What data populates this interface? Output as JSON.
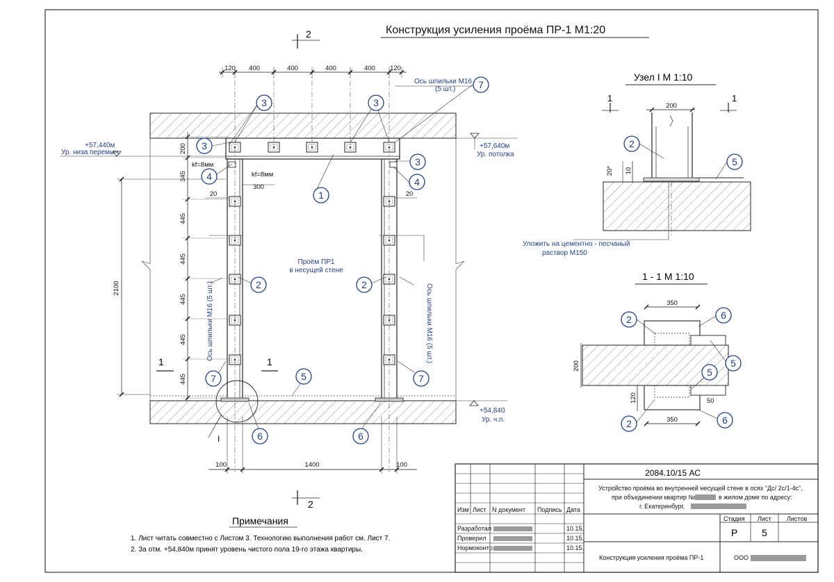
{
  "title": "Конструкция усиления проёма ПР-1  М1:20",
  "section_markers": {
    "top": "2",
    "bottom": "2",
    "left": "1",
    "right": "1"
  },
  "top_dims": [
    "120",
    "400",
    "400",
    "400",
    "400",
    "120"
  ],
  "bottom_dims": [
    "100",
    "1400",
    "100"
  ],
  "left_dims": [
    "200",
    "345",
    "445",
    "445",
    "445",
    "445",
    "445"
  ],
  "overall_height": "2100",
  "small_dims": {
    "kf_left": "kf=8мм",
    "kf_right": "kf=8мм",
    "d20_left": "20",
    "d300": "300",
    "d20_right": "20"
  },
  "levels": {
    "lintel_bottom_value": "+57,440м",
    "lintel_bottom_label": "Ур. низа перемыч.",
    "ceiling_value": "+57,640м",
    "ceiling_label": "Ур. потолка",
    "floor_value": "+54,840",
    "floor_label": "Ур. ч.п."
  },
  "stud_axis_top": "Ось шпильки М16",
  "stud_axis_top_count": "(5 шт.)",
  "stud_axis_vertical": "Ось шпильки М16 (5 шт.)",
  "opening_label_1": "Проём ПР1",
  "opening_label_2": "в несущей стене",
  "node_marker": "I",
  "bubbles_main": [
    "7",
    "3",
    "3",
    "3",
    "3",
    "4",
    "4",
    "1",
    "2",
    "2",
    "7",
    "7",
    "5",
    "6",
    "6"
  ],
  "node_title": "Узел I     М 1:10",
  "node": {
    "dim_200": "200",
    "dim_10": "10",
    "dim_20": "20*",
    "mark_left": "1",
    "mark_right": "1",
    "bubble_2": "2",
    "bubble_5": "5",
    "note_1": "Уложить на цементно - песчаный",
    "note_2": "раствор М150"
  },
  "section_title": "1 - 1  М 1:10",
  "section": {
    "dim_350_top": "350",
    "dim_350_bottom": "350",
    "dim_200": "200",
    "dim_120": "120",
    "dim_50": "50",
    "bubbles": [
      "2",
      "6",
      "5",
      "5",
      "2",
      "6"
    ]
  },
  "notes_title": "Примечания",
  "notes": [
    "1. Лист читать совместно с Листом  3. Технологию выполнения работ см. Лист 7.",
    "2. За отм. +54,840м принят уровень чистого пола 19-го этажа квартиры."
  ],
  "stamp": {
    "code": "2084.10/15 АС",
    "desc_1": "Устройство проёма во внутренней несущей стене в осях \"Дс/ 2с/1-4с\",",
    "desc_2_before": "при объединении квартир №",
    "desc_2_after": "в жилом доме по адресу:",
    "desc_3": "г. Екатеринбург,",
    "headers": [
      "Изм",
      "Лист",
      "N документ",
      "Подпись",
      "Дата"
    ],
    "roles": [
      "Разработал",
      "Проверил",
      "Нормоконтр."
    ],
    "dates": [
      "10.15.",
      "10.15.",
      "10.15."
    ],
    "stage_header": "Стадия",
    "sheet_header": "Лист",
    "sheets_header": "Листов",
    "stage": "Р",
    "sheet": "5",
    "bottom_title": "Конструкция  усиления проёма ПР-1",
    "company": "ООО"
  }
}
